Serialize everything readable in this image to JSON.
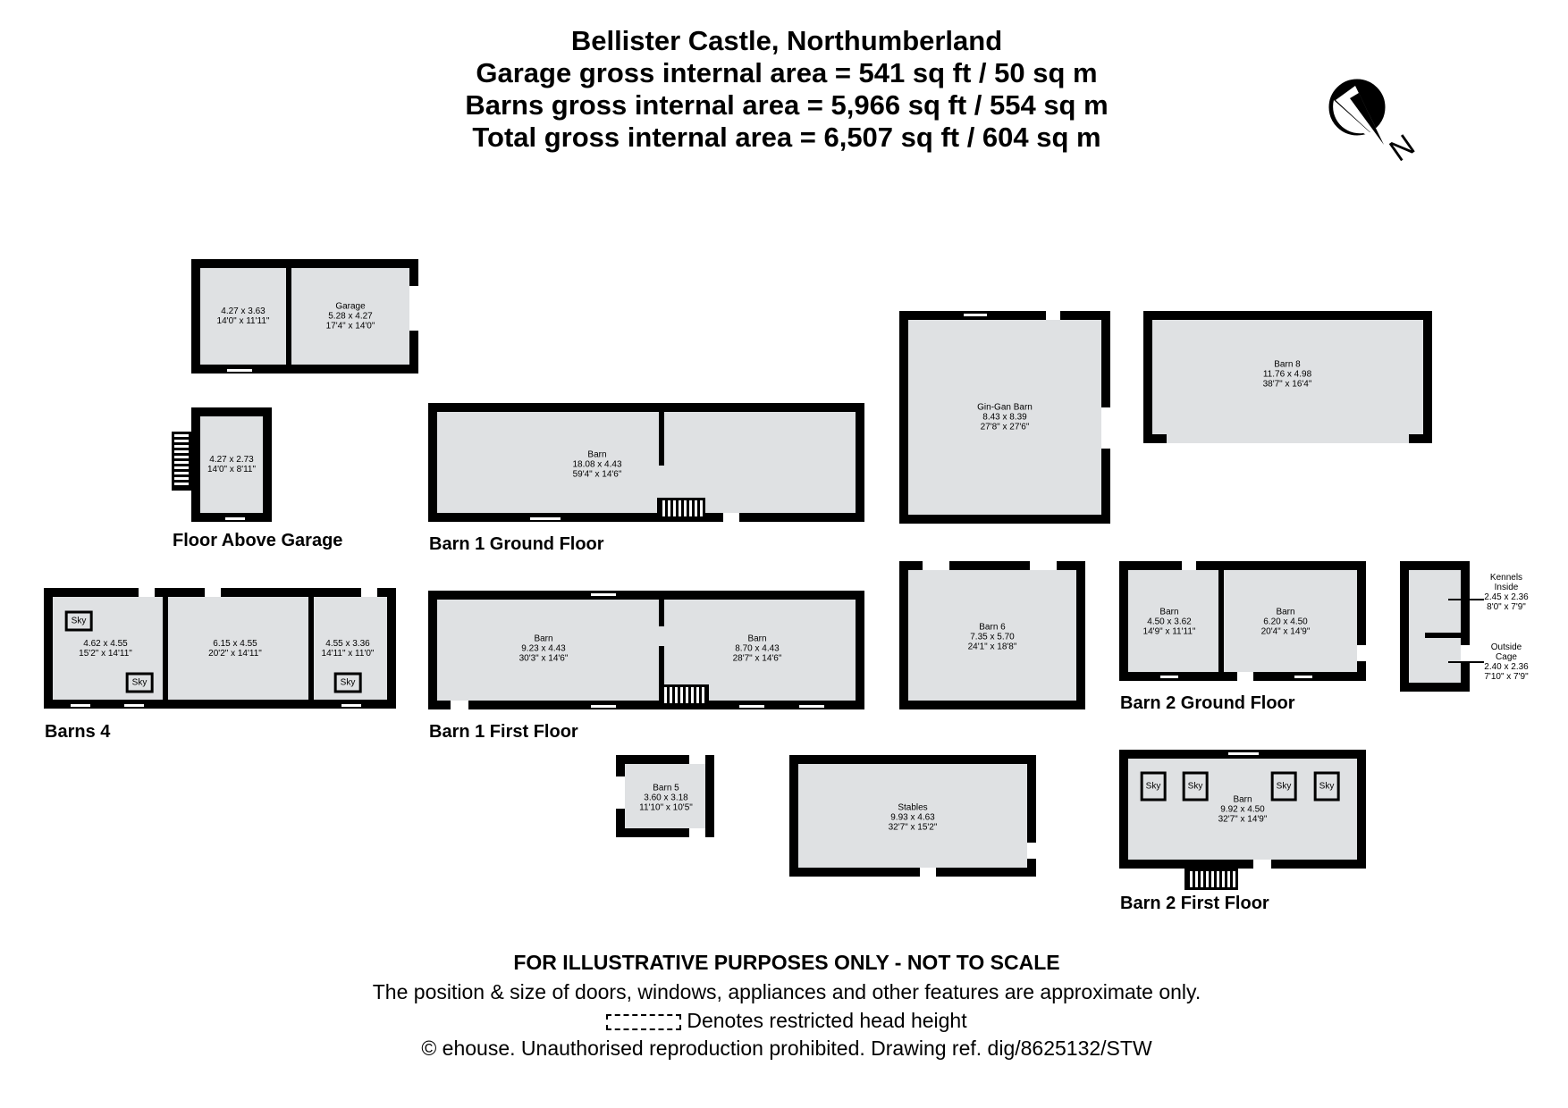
{
  "header": {
    "title": "Bellister Castle, Northumberland",
    "garage_area": "Garage gross internal area = 541 sq ft / 50 sq m",
    "barns_area": "Barns gross internal area = 5,966 sq ft / 554 sq m",
    "total_area": "Total gross internal area = 6,507 sq ft / 604 sq m"
  },
  "compass": {
    "label": "N"
  },
  "plans": {
    "garage": {
      "rooms": [
        {
          "name": "",
          "metric": "4.27 x 3.63",
          "imperial": "14'0\" x 11'11\""
        },
        {
          "name": "Garage",
          "metric": "5.28 x 4.27",
          "imperial": "17'4\" x 14'0\""
        }
      ]
    },
    "floor_above_garage": {
      "label": "Floor Above Garage",
      "rooms": [
        {
          "name": "",
          "metric": "4.27 x 2.73",
          "imperial": "14'0\" x 8'11\""
        }
      ]
    },
    "barn1_ground": {
      "label": "Barn 1 Ground Floor",
      "rooms": [
        {
          "name": "Barn",
          "metric": "18.08 x 4.43",
          "imperial": "59'4\" x 14'6\""
        }
      ]
    },
    "gin_gan": {
      "rooms": [
        {
          "name": "Gin-Gan Barn",
          "metric": "8.43 x 8.39",
          "imperial": "27'8\" x 27'6\""
        }
      ]
    },
    "barn8": {
      "rooms": [
        {
          "name": "Barn 8",
          "metric": "11.76 x 4.98",
          "imperial": "38'7\" x 16'4\""
        }
      ]
    },
    "barns4": {
      "label": "Barns 4",
      "skylight": "Sky",
      "rooms": [
        {
          "name": "",
          "metric": "4.62 x 4.55",
          "imperial": "15'2\" x 14'11\""
        },
        {
          "name": "",
          "metric": "6.15 x 4.55",
          "imperial": "20'2\" x 14'11\""
        },
        {
          "name": "",
          "metric": "4.55 x 3.36",
          "imperial": "14'11\" x 11'0\""
        }
      ]
    },
    "barn1_first": {
      "label": "Barn 1 First Floor",
      "rooms": [
        {
          "name": "Barn",
          "metric": "9.23 x 4.43",
          "imperial": "30'3\" x 14'6\""
        },
        {
          "name": "Barn",
          "metric": "8.70 x 4.43",
          "imperial": "28'7\" x 14'6\""
        }
      ]
    },
    "barn6": {
      "rooms": [
        {
          "name": "Barn 6",
          "metric": "7.35 x 5.70",
          "imperial": "24'1\" x 18'8\""
        }
      ]
    },
    "barn2_ground": {
      "label": "Barn 2 Ground Floor",
      "rooms": [
        {
          "name": "Barn",
          "metric": "4.50 x 3.62",
          "imperial": "14'9\" x 11'11\""
        },
        {
          "name": "Barn",
          "metric": "6.20 x 4.50",
          "imperial": "20'4\" x 14'9\""
        }
      ]
    },
    "kennels": {
      "rooms": [
        {
          "name": "Kennels Inside",
          "metric": "2.45 x 2.36",
          "imperial": "8'0\" x 7'9\""
        },
        {
          "name": "Outside Cage",
          "metric": "2.40 x 2.36",
          "imperial": "7'10\" x 7'9\""
        }
      ]
    },
    "barn5": {
      "rooms": [
        {
          "name": "Barn 5",
          "metric": "3.60 x 3.18",
          "imperial": "11'10\" x 10'5\""
        }
      ]
    },
    "stables": {
      "rooms": [
        {
          "name": "Stables",
          "metric": "9.93 x 4.63",
          "imperial": "32'7\" x 15'2\""
        }
      ]
    },
    "barn2_first": {
      "label": "Barn 2 First Floor",
      "skylight": "Sky",
      "rooms": [
        {
          "name": "Barn",
          "metric": "9.92 x 4.50",
          "imperial": "32'7\" x 14'9\""
        }
      ]
    }
  },
  "footer": {
    "disclaimer": "FOR ILLUSTRATIVE PURPOSES ONLY - NOT TO SCALE",
    "note": "The position & size of doors, windows, appliances and other features are approximate only.",
    "legend": "Denotes restricted head height",
    "copyright": "© ehouse. Unauthorised reproduction prohibited. Drawing ref. dig/8625132/STW"
  },
  "colors": {
    "floor": "#dfe1e3",
    "wall": "#000000"
  }
}
